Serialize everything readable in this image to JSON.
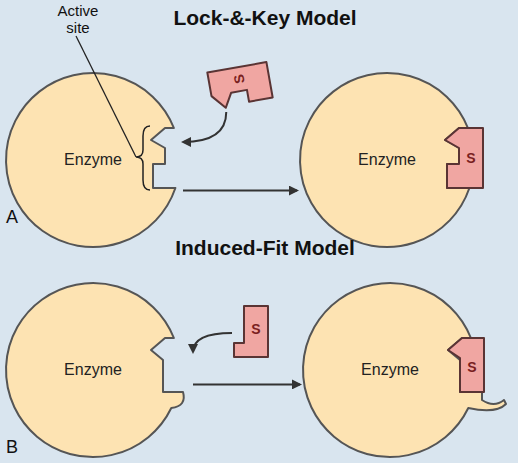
{
  "diagram": {
    "nodes": [
      {
        "text": [
          "Enzyme"
        ]
      },
      {
        "text": [
          "S"
        ]
      },
      {
        "text": [
          "Enzyme"
        ]
      },
      {
        "text": [
          "S"
        ]
      },
      {
        "text": [
          "Enzyme"
        ]
      },
      {
        "text": [
          "S"
        ]
      },
      {
        "text": [
          "Enzyme"
        ]
      },
      {
        "text": [
          "S"
        ]
      }
    ],
    "edges": [
      {
        "from": 1,
        "to": 0,
        "arrow": "to"
      },
      {
        "from": 0,
        "to": 2,
        "arrow": "to"
      },
      {
        "from": 5,
        "to": 4,
        "arrow": "to"
      },
      {
        "from": 4,
        "to": 6,
        "arrow": "to"
      }
    ],
    "labels": [
      "Lock-&-Key Model",
      "Active site",
      "A",
      "Induced-Fit Model",
      "B"
    ]
  }
}
